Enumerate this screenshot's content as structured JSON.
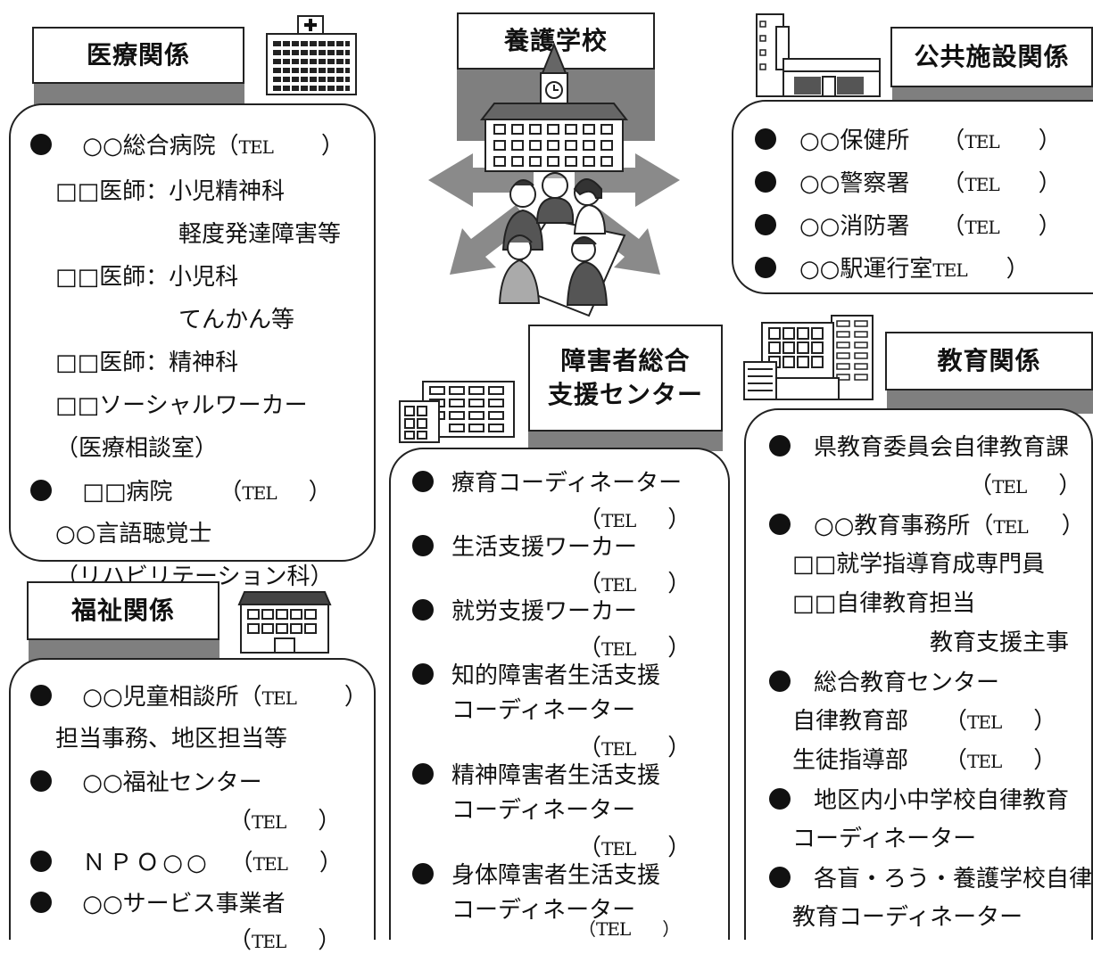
{
  "medical": {
    "title": "医療関係",
    "lines": [
      "○○総合病院（",
      "□□医師：小児精神科",
      "軽度発達障害等",
      "□□医師：小児科",
      "てんかん等",
      "□□医師：精神科",
      "□□ソーシャルワーカー",
      "（医療相談室）",
      "□□病院",
      "○○言語聴覚士",
      "（リハビリテーション科）"
    ]
  },
  "tel": "TEL",
  "close_paren": "）",
  "open_paren": "（",
  "school": {
    "title": "養護学校"
  },
  "public": {
    "title": "公共施設関係",
    "items": [
      "○○保健所",
      "○○警察署",
      "○○消防署",
      "○○駅運行室"
    ]
  },
  "support_center": {
    "title_line1": "障害者総合",
    "title_line2": "支援センター",
    "lines": [
      "療育コーディネーター",
      "生活支援ワーカー",
      "就労支援ワーカー",
      "知的障害者生活支援",
      "コーディネーター",
      "精神障害者生活支援",
      "コーディネーター",
      "身体障害者生活支援",
      "コーディネーター"
    ]
  },
  "education": {
    "title": "教育関係",
    "lines": [
      "県教育委員会自律教育課",
      "○○教育事務所（",
      "□□就学指導育成専門員",
      "□□自律教育担当",
      "教育支援主事",
      "総合教育センター",
      "自律教育部",
      "生徒指導部",
      "地区内小中学校自律教育",
      "コーディネーター",
      "各盲・ろう・養護学校自律",
      "教育コーディネーター"
    ]
  },
  "welfare": {
    "title": "福祉関係",
    "lines": [
      "○○児童相談所（",
      "担当事務、地区担当等",
      "○○福祉センター",
      "ＮＰＯ○○",
      "○○サービス事業者"
    ]
  }
}
